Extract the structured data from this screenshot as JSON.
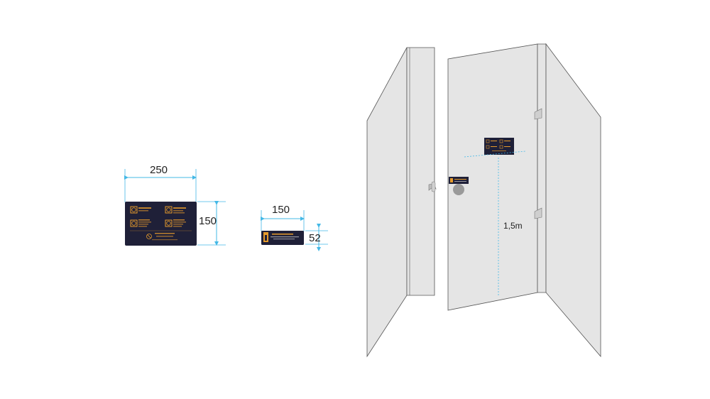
{
  "dimensions": {
    "large_sign_width": "250",
    "large_sign_height": "150",
    "small_sign_width": "150",
    "small_sign_height": "52",
    "mount_height": "1,5m"
  },
  "colors": {
    "sign_background": "#1f2038",
    "sign_accent": "#e59a2b",
    "dimension_line": "#43b8e6",
    "wall_fill": "#e5e5e5",
    "wall_stroke": "#555555"
  },
  "icons": [
    "no-smoking-icon",
    "no-fire-icon",
    "no-food-icon",
    "no-pets-icon",
    "warning-icon",
    "door-handle-icon"
  ]
}
